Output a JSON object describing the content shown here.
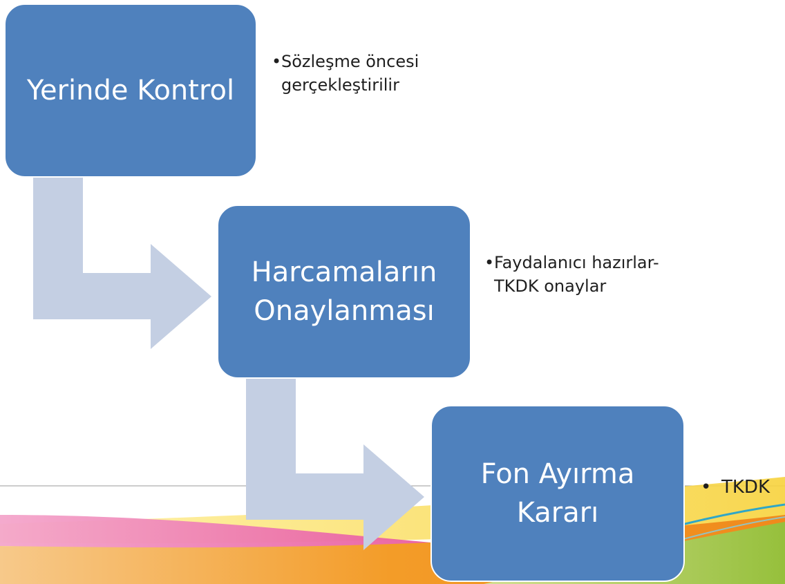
{
  "steps": [
    {
      "label": "Yerinde Kontrol",
      "description": "Sözleşme öncesi gerçekleştirilir"
    },
    {
      "label": "Harcamaların Onaylanması",
      "description": "Faydalanıcı hazırlar-TKDK onaylar"
    },
    {
      "label": "Fon Ayırma Kararı",
      "description": "TKDK"
    }
  ],
  "colors": {
    "box_fill": "#4f81bd",
    "arrow_fill": "#c4cfe3",
    "text_on_box": "#ffffff",
    "bullet_text": "#1f1f1f",
    "band_pink": "#e8569b",
    "band_orange": "#f39c28",
    "band_green": "#8cc63f",
    "band_teal": "#2fa6c7"
  },
  "bullet_symbol": "•"
}
